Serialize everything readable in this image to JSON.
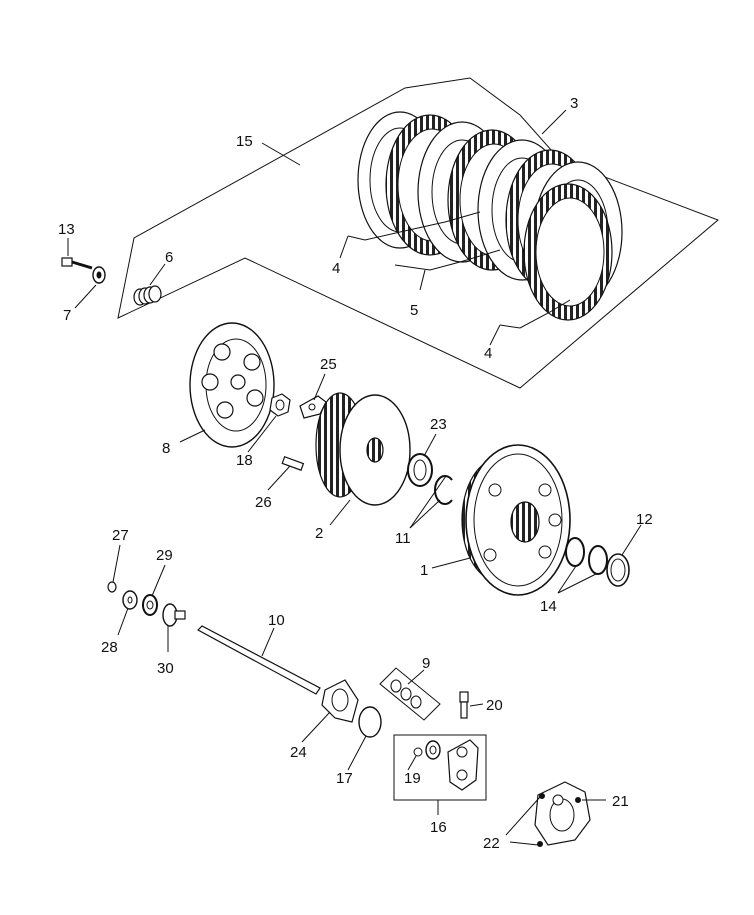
{
  "diagram": {
    "callouts": [
      {
        "id": "c3",
        "label": "3"
      },
      {
        "id": "c15",
        "label": "15"
      },
      {
        "id": "c13",
        "label": "13"
      },
      {
        "id": "c6",
        "label": "6"
      },
      {
        "id": "c7",
        "label": "7"
      },
      {
        "id": "c4a",
        "label": "4"
      },
      {
        "id": "c5",
        "label": "5"
      },
      {
        "id": "c4b",
        "label": "4"
      },
      {
        "id": "c25",
        "label": "25"
      },
      {
        "id": "c8",
        "label": "8"
      },
      {
        "id": "c18",
        "label": "18"
      },
      {
        "id": "c23",
        "label": "23"
      },
      {
        "id": "c26",
        "label": "26"
      },
      {
        "id": "c2",
        "label": "2"
      },
      {
        "id": "c11",
        "label": "11"
      },
      {
        "id": "c12",
        "label": "12"
      },
      {
        "id": "c1",
        "label": "1"
      },
      {
        "id": "c14",
        "label": "14"
      },
      {
        "id": "c27",
        "label": "27"
      },
      {
        "id": "c29",
        "label": "29"
      },
      {
        "id": "c28",
        "label": "28"
      },
      {
        "id": "c30",
        "label": "30"
      },
      {
        "id": "c10",
        "label": "10"
      },
      {
        "id": "c9",
        "label": "9"
      },
      {
        "id": "c20",
        "label": "20"
      },
      {
        "id": "c24",
        "label": "24"
      },
      {
        "id": "c17",
        "label": "17"
      },
      {
        "id": "c19",
        "label": "19"
      },
      {
        "id": "c16",
        "label": "16"
      },
      {
        "id": "c21",
        "label": "21"
      },
      {
        "id": "c22",
        "label": "22"
      }
    ],
    "colors": {
      "line": "#111111",
      "fill": "#ffffff",
      "shade": "#8a8a8a"
    }
  }
}
